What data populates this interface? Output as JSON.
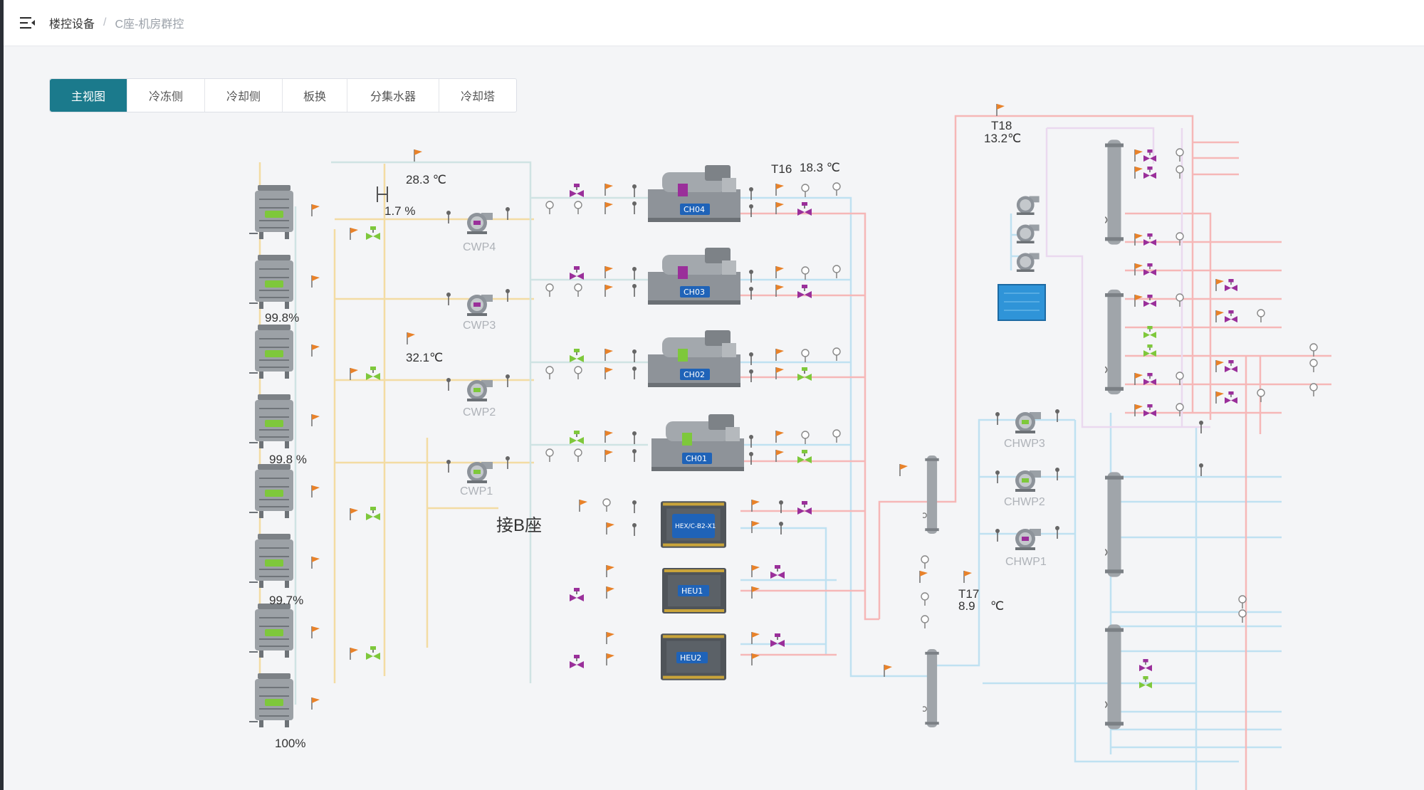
{
  "breadcrumb": {
    "root": "楼控设备",
    "separator": "/",
    "current": "C座-机房群控"
  },
  "tabs": [
    "主视图",
    "冷冻侧",
    "冷却侧",
    "板换",
    "分集水器",
    "冷却塔"
  ],
  "active_tab": 0,
  "diagram": {
    "cooling_tower_readings": [
      "99.8%",
      "99.8 %",
      "99.7%",
      "100%"
    ],
    "supply_temp": "28.3 ℃",
    "return_temp": "32.1℃",
    "valve_open": "1.7 %",
    "cooling_pumps": [
      "CWP4",
      "CWP3",
      "CWP2",
      "CWP1"
    ],
    "chillers": [
      "CH04",
      "CH03",
      "CH02",
      "CH01"
    ],
    "heat_exchangers": [
      "HEX/C-B2-X1",
      "HEU1",
      "HEU2"
    ],
    "connection_label": "接B座",
    "chilled_pumps": [
      "CHWP3",
      "CHWP2",
      "CHWP1"
    ],
    "sensor_t16": {
      "name": "T16",
      "value": "18.3 ℃"
    },
    "sensor_t18": {
      "name": "T18",
      "value": "13.2℃"
    },
    "sensor_t17": {
      "name": "T17",
      "value": "8.9",
      "unit": "℃"
    },
    "colors": {
      "accent": "#1b7a8c",
      "running": "#7ec83b",
      "stopped": "#9a2f9a",
      "sensor": "#e8822a"
    }
  }
}
